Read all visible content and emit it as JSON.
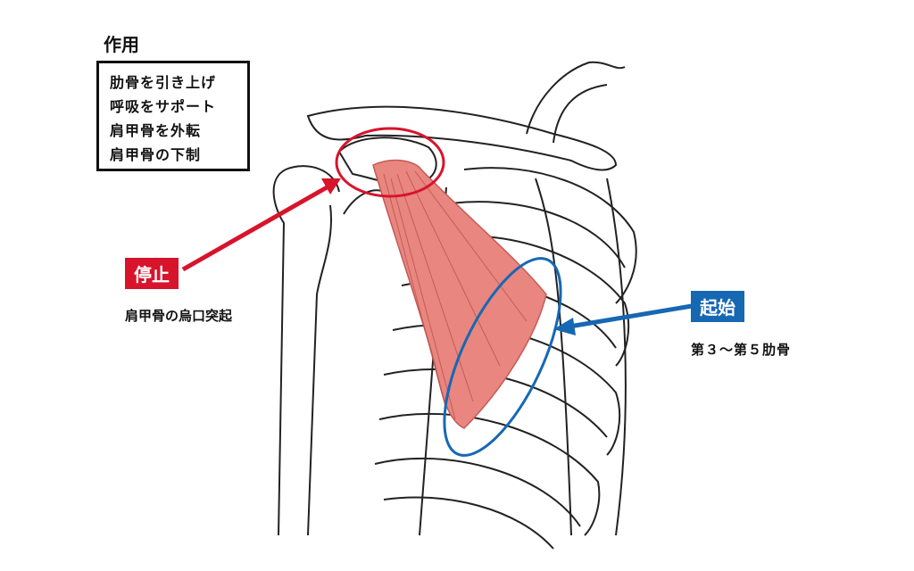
{
  "action": {
    "title": "作用",
    "items": [
      "肋骨を引き上げ",
      "呼吸をサポート",
      "肩甲骨を外転",
      "肩甲骨の下制"
    ]
  },
  "insertion": {
    "label": "停止",
    "description": "肩甲骨の烏口突起",
    "color": "#d7142b"
  },
  "origin": {
    "label": "起始",
    "description": "第３〜第５肋骨",
    "color": "#1668b3"
  },
  "muscle_color": "#e8867f"
}
